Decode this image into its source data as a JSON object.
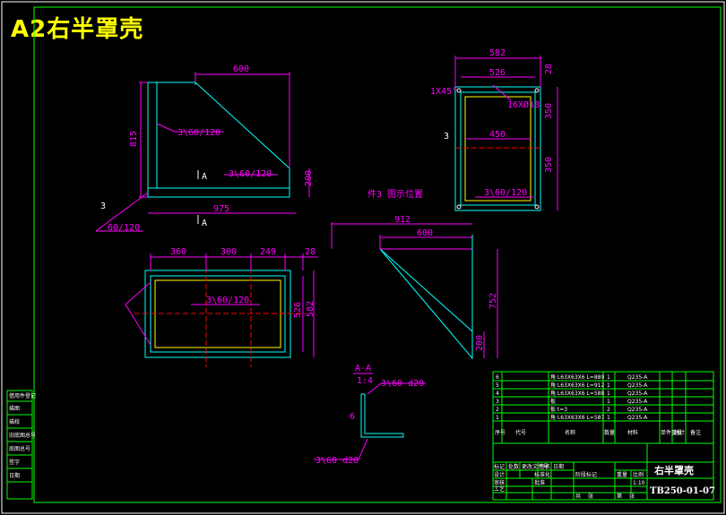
{
  "drawing": {
    "title": "A2右半罩壳",
    "part_name": "右半罩壳",
    "drawing_no": "TB250-01-07",
    "colors": {
      "frame": "#00ff00",
      "outline": "#00ffff",
      "dimension": "#ff00ff",
      "title": "#ffff00",
      "centerline": "#ff0000",
      "text": "#ffffff"
    }
  },
  "side_view": {
    "dims": {
      "top": "600",
      "height": "815",
      "base": "975",
      "base_h": "200",
      "small": "3"
    },
    "welds": [
      "3\\60/120",
      "3\\60/120",
      "60/120"
    ],
    "section_mark": "A"
  },
  "front_view": {
    "dims": {
      "outer_w": "582",
      "inner_w": "526",
      "mid_w": "450",
      "top_h": "28",
      "h1": "350",
      "h2": "350",
      "left": "3"
    },
    "chamfer": "1X45°",
    "hole": "16XØ18",
    "weld": "3\\60/120",
    "note": "件3 图示位置"
  },
  "top_view": {
    "dims": [
      "360",
      "300",
      "249",
      "28"
    ],
    "right_dims": [
      "526",
      "582"
    ],
    "weld": "3\\60/120"
  },
  "bracket_view": {
    "dims": {
      "total": "912",
      "top": "600",
      "height": "752",
      "base": "200"
    }
  },
  "section_view": {
    "label": "A-A",
    "scale": "1:4",
    "weld_top": "3\\60 d20",
    "weld_bottom": "3\\60 d20",
    "dim": "6"
  },
  "bom": {
    "rows": [
      {
        "no": "6",
        "name": "角 L63X63X6 L=889",
        "qty": "1",
        "mat": "Q235-A"
      },
      {
        "no": "5",
        "name": "角 L63X63X6 L=912",
        "qty": "1",
        "mat": "Q235-A"
      },
      {
        "no": "4",
        "name": "角 L63X63X6 L=588",
        "qty": "1",
        "mat": "Q235-A"
      },
      {
        "no": "3",
        "name": "板",
        "qty": "1",
        "mat": "Q235-A"
      },
      {
        "no": "2",
        "name": "板 t=3",
        "qty": "2",
        "mat": "Q235-A"
      },
      {
        "no": "1",
        "name": "角 L63X63X6 L=587",
        "qty": "1",
        "mat": "Q235-A"
      }
    ],
    "header": [
      "序号",
      "代号",
      "名称",
      "数量",
      "材料",
      "单件重量",
      "总计",
      "备注"
    ]
  },
  "title_block": {
    "scale": "1:10",
    "labels": [
      "标记",
      "处数",
      "更改文件号",
      "签名",
      "日期",
      "设计",
      "标准化",
      "审核",
      "工艺",
      "批准",
      "阶段标记",
      "重量",
      "比例",
      "共",
      "张",
      "第",
      "张"
    ]
  },
  "side_labels": [
    "借用件登记",
    "描图",
    "描校",
    "旧底图总号",
    "底图总号",
    "签字",
    "日期"
  ]
}
